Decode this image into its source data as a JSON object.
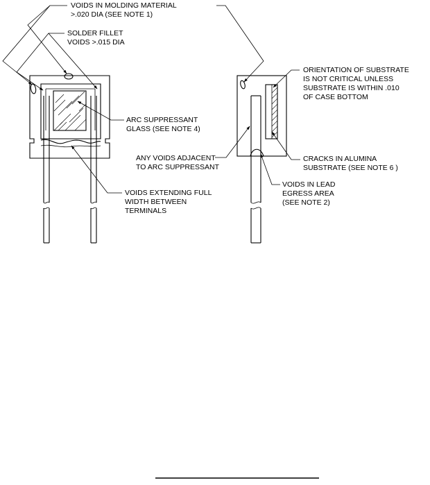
{
  "callouts": {
    "molding_voids": [
      "VOIDS IN MOLDING MATERIAL",
      ">.020 DIA (SEE NOTE 1)"
    ],
    "solder_fillet": [
      "SOLDER FILLET",
      "VOIDS >.015 DIA"
    ],
    "arc_glass": [
      "ARC SUPPRESSANT",
      "GLASS (SEE NOTE 4)"
    ],
    "voids_adjacent": [
      "ANY VOIDS ADJACENT",
      "TO ARC SUPPRESSANT"
    ],
    "voids_full_width": [
      "VOIDS EXTENDING FULL",
      "WIDTH BETWEEN",
      "TERMINALS"
    ],
    "orientation": [
      "ORIENTATION OF SUBSTRATE",
      "IS NOT CRITICAL UNLESS",
      "SUBSTRATE IS WITHIN .010",
      "OF CASE BOTTOM"
    ],
    "cracks": [
      "CRACKS IN ALUMINA",
      "SUBSTRATE (SEE NOTE 6 )"
    ],
    "lead_egress": [
      "VOIDS IN LEAD",
      "EGRESS AREA",
      "(SEE NOTE 2)"
    ]
  }
}
